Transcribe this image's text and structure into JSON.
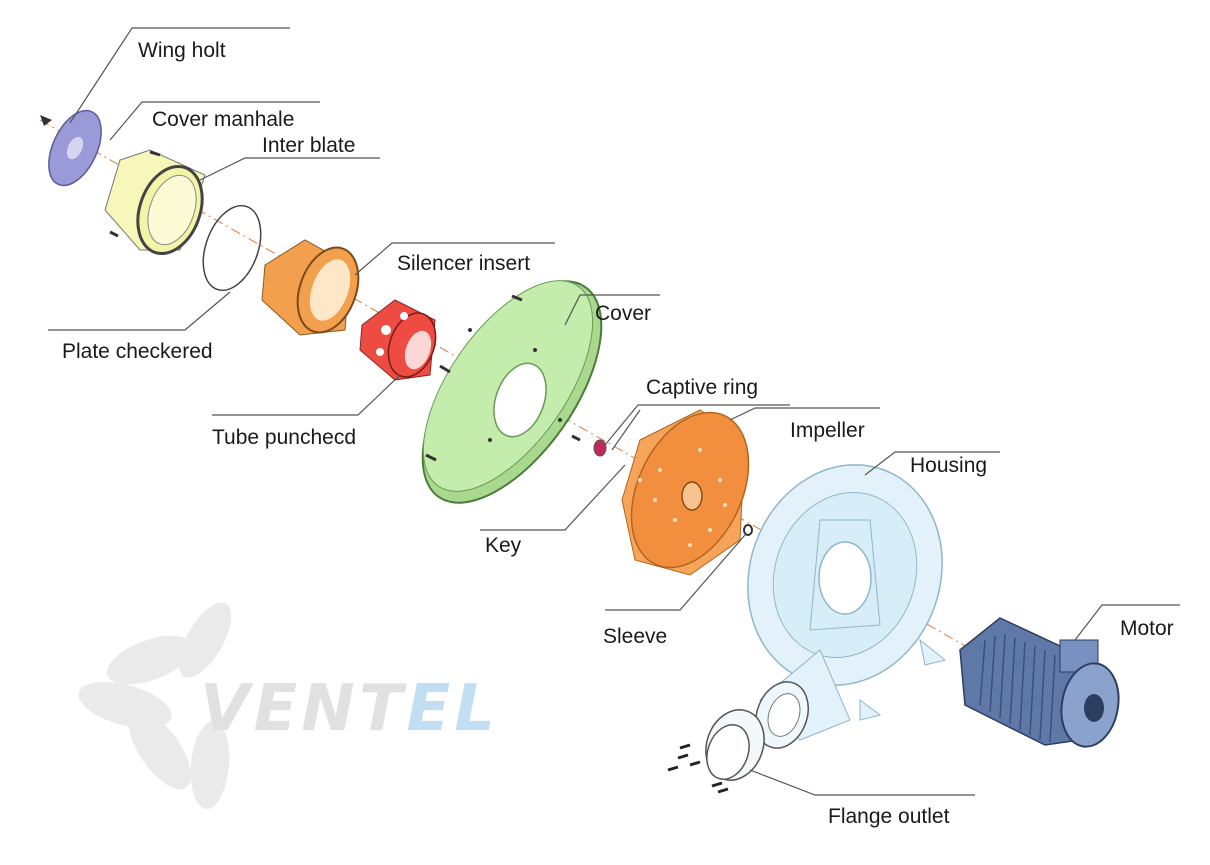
{
  "labels": {
    "wing_holt": "Wing holt",
    "cover_manhale": "Cover manhale",
    "inter_blate": "Inter blate",
    "silencer_insert": "Silencer insert",
    "plate_checkered": "Plate checkered",
    "cover": "Cover",
    "captive_ring": "Captive ring",
    "tube_punched": "Tube punchecd",
    "impeller": "Impeller",
    "housing": "Housing",
    "key": "Key",
    "sleeve": "Sleeve",
    "motor": "Motor",
    "flange_outlet": "Flange outlet"
  },
  "watermark": {
    "part1": "VENT",
    "part2": "EL"
  },
  "colors": {
    "wing_bolt": "#8e8ed6",
    "cover_manhole": "#f3f4a8",
    "silencer": "#f2a04e",
    "tube": "#ee4b43",
    "cover": "#b5e59c",
    "impeller": "#f28f3e",
    "housing": "#d7eef8",
    "motor": "#5e78a8",
    "watermark_gray": "#c9c9c9",
    "watermark_blue": "#8fc4ea"
  }
}
